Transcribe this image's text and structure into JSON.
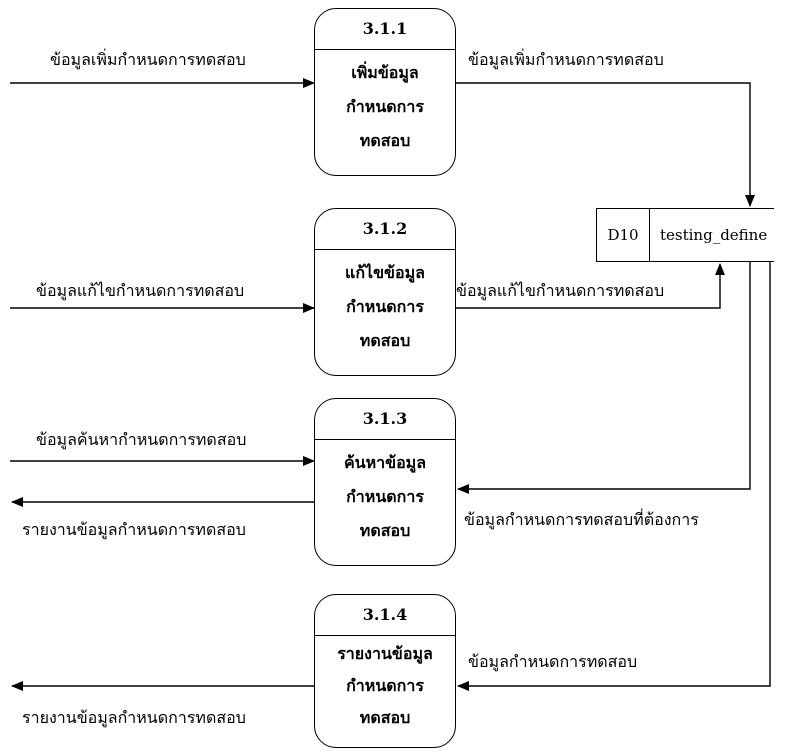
{
  "processes": [
    {
      "id": "3.1.1",
      "name": "เพิ่มข้อมูล\nกำหนดการ\nทดสอบ"
    },
    {
      "id": "3.1.2",
      "name": "แก้ไขข้อมูล\nกำหนดการ\nทดสอบ"
    },
    {
      "id": "3.1.3",
      "name": "ค้นหาข้อมูล\nกำหนดการ\nทดสอบ"
    },
    {
      "id": "3.1.4",
      "name": "รายงานข้อมูล\nกำหนดการ\nทดสอบ"
    }
  ],
  "datastore": {
    "id": "D10",
    "name": "testing_define"
  },
  "flows": {
    "add_in": "ข้อมูลเพิ่มกำหนดการทดสอบ",
    "add_out": "ข้อมูลเพิ่มกำหนดการทดสอบ",
    "edit_in": "ข้อมูลแก้ไขกำหนดการทดสอบ",
    "edit_out": "ข้อมูลแก้ไขกำหนดการทดสอบ",
    "search_in": "ข้อมูลค้นหากำหนดการทดสอบ",
    "search_from_store": "ข้อมูลกำหนดการทดสอบที่ต้องการ",
    "search_report_out": "รายงานข้อมูลกำหนดการทดสอบ",
    "report_from_store": "ข้อมูลกำหนดการทดสอบ",
    "report_out": "รายงานข้อมูลกำหนดการทดสอบ"
  }
}
